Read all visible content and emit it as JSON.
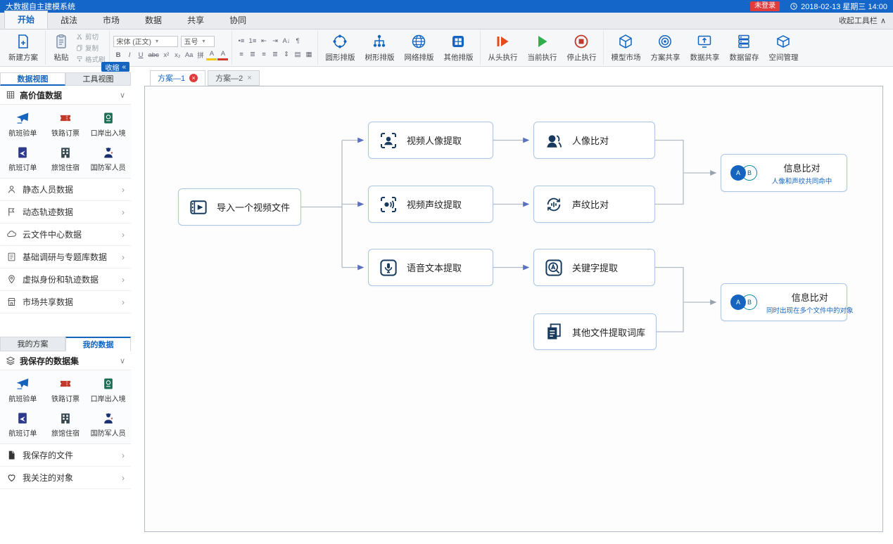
{
  "colors": {
    "accent": "#1565c0",
    "titlebar": "#1467c8",
    "danger": "#e23b3b",
    "run_green": "#2faf4e",
    "stop_red": "#c0392b"
  },
  "icons": {
    "chevron_up": "∧",
    "chevron_down": "∨",
    "chevron_right": "›",
    "caret_down": "▾",
    "collapse_left": "«",
    "close": "×"
  },
  "titlebar": {
    "app_title": "大数据自主建模系统",
    "login_status": "未登录",
    "datetime": "2018-02-13 星期三 14:00"
  },
  "tabs": {
    "items": [
      {
        "label": "开始"
      },
      {
        "label": "战法"
      },
      {
        "label": "市场"
      },
      {
        "label": "数据"
      },
      {
        "label": "共享"
      },
      {
        "label": "协同"
      }
    ],
    "collapse_toolbar": "收起工具栏"
  },
  "toolbar": {
    "new_plan": "新建方案",
    "clipboard": {
      "paste": "粘贴",
      "cut": "剪切",
      "copy": "复制",
      "format_painter": "格式刷"
    },
    "font": {
      "name": "宋体 (正文)",
      "size": "五号",
      "fx": [
        "B",
        "I",
        "U",
        "abc",
        "x²",
        "x₂",
        "Aa",
        "拼",
        "A",
        "A"
      ]
    },
    "paragraph": {
      "row1": [
        "•≡",
        "1≡",
        "⇤",
        "⇥",
        "A↓",
        "¶"
      ],
      "row2": [
        "≡",
        "≣",
        "≡",
        "≣",
        "⇕",
        "▤",
        "▦"
      ]
    },
    "layouts": [
      {
        "label": "圆形排版"
      },
      {
        "label": "树形排版"
      },
      {
        "label": "网络排版"
      },
      {
        "label": "其他排版"
      }
    ],
    "run": [
      {
        "label": "从头执行"
      },
      {
        "label": "当前执行"
      },
      {
        "label": "停止执行"
      }
    ],
    "manage": [
      {
        "label": "模型市场"
      },
      {
        "label": "方案共享"
      },
      {
        "label": "数据共享"
      },
      {
        "label": "数据留存"
      },
      {
        "label": "空间管理"
      }
    ]
  },
  "sidebar": {
    "collapse_label": "收缩",
    "view_tabs": [
      {
        "label": "数据视图"
      },
      {
        "label": "工具视图"
      }
    ],
    "high_value_header": "高价值数据",
    "datasets": [
      {
        "label": "航班验单"
      },
      {
        "label": "铁路订票"
      },
      {
        "label": "口岸出入境"
      },
      {
        "label": "航班订单"
      },
      {
        "label": "旅馆住宿"
      },
      {
        "label": "国防军人员"
      }
    ],
    "sections": [
      {
        "label": "静态人员数据"
      },
      {
        "label": "动态轨迹数据"
      },
      {
        "label": "云文件中心数据"
      },
      {
        "label": "基础调研与专题库数据"
      },
      {
        "label": "虚拟身份和轨迹数据"
      },
      {
        "label": "市场共享数据"
      }
    ],
    "my_tabs": [
      {
        "label": "我的方案"
      },
      {
        "label": "我的数据"
      }
    ],
    "saved_header": "我保存的数据集",
    "saved_rows": [
      {
        "label": "我保存的文件"
      },
      {
        "label": "我关注的对象"
      }
    ]
  },
  "canvas": {
    "doc_tabs": [
      {
        "label": "方案—1"
      },
      {
        "label": "方案—2"
      }
    ],
    "nodes": [
      {
        "label": "导入一个视频文件"
      },
      {
        "label": "视频人像提取"
      },
      {
        "label": "视频声纹提取"
      },
      {
        "label": "语音文本提取"
      },
      {
        "label": "人像比对"
      },
      {
        "label": "声纹比对"
      },
      {
        "label": "关键字提取"
      },
      {
        "label": "其他文件提取词库"
      },
      {
        "label": "信息比对",
        "subtitle": "人像和声纹共同命中"
      },
      {
        "label": "信息比对",
        "subtitle": "同时出现在多个文件中的对象"
      }
    ],
    "venn": {
      "a": "A",
      "b": "B"
    }
  }
}
